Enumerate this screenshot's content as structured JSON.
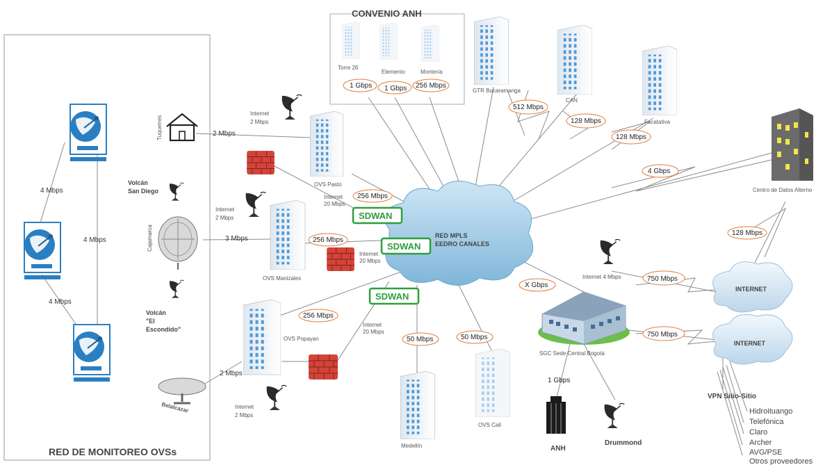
{
  "titles": {
    "convenio": "CONVENIO ANH",
    "red_monitoreo": "RED DE MONITOREO OVSs",
    "mpls": [
      "RED MPLS",
      "EEDRO CANALES"
    ]
  },
  "monitoring": {
    "links": [
      "4 Mbps",
      "4 Mbps",
      "4 Mbps"
    ]
  },
  "sites": {
    "tuquerres": "Tuquerres",
    "san_diego": [
      "Volcán",
      "San Diego"
    ],
    "cajamarca": "Cajamarca",
    "el_escondido": [
      "Volcán",
      "\"El",
      "Escondido\""
    ],
    "belalcazar": "Belalcazar"
  },
  "ovs": {
    "pasto": "OVS Pasto",
    "manizales": "OVS Manizales",
    "popayan": "OVS Popayan",
    "cali": "OVS Cali",
    "medellin": "Medellín"
  },
  "internet": {
    "pasto": [
      "Internet",
      "2 Mbps"
    ],
    "manizales": [
      "Internet",
      "2 Mbps"
    ],
    "popayan": [
      "Internet",
      "2 Mbps"
    ],
    "fw_pasto": [
      "Internet",
      "20 Mbps"
    ],
    "fw_manizales": [
      "Internet",
      "20 Mbps"
    ],
    "fw_popayan": [
      "Internet",
      "20 Mbps"
    ],
    "sede": "Internet 4 Mbps"
  },
  "bandwidths": {
    "tuquerres": "2 Mbps",
    "cajamarca": "3 Mbps",
    "belalcazar": "2 Mbps",
    "pasto": "256 Mbps",
    "manizales": "256 Mbps",
    "popayan": "256 Mbps",
    "torre26": "1 Gbps",
    "elemento": "1 Gbps",
    "monteria": "256 Mbps",
    "bucaramanga": "512 Mbps",
    "can": "128 Mbps",
    "facatativa": "128 Mbps",
    "alterno": "4 Gbps",
    "alterno_internet": "128 Mbps",
    "medellin": "50 Mbps",
    "cali": "50 Mbps",
    "sede": "X Gbps",
    "internet1": "750 Mbps",
    "internet2": "750 Mbps",
    "anh": "1 Gbps"
  },
  "sdwan": [
    "SDWAN",
    "SDWAN",
    "SDWAN"
  ],
  "anh_sites": {
    "torre26": "Torre 26",
    "elemento": "Elemento",
    "monteria": "Montería"
  },
  "remote": {
    "bucaramanga": "GTR Bucaramanga",
    "can": "CAN",
    "facatativa": "Facatativa",
    "alterno": "Centro de Datos Alterno",
    "sede": "SGC Sede Central Bogotá",
    "anh": "ANH",
    "drummond": "Drummond"
  },
  "clouds": {
    "internet1": "INTERNET",
    "internet2": "INTERNET"
  },
  "vpn": {
    "title": "VPN Sitio-Sitio",
    "items": [
      "Hidroituango",
      "Telefónica",
      "Claro",
      "Archer",
      "AVG/PSE",
      "Otros proveedores"
    ]
  },
  "colors": {
    "sdwan": "#2e9e3a",
    "cloud": "#8fc3e0",
    "building": "#5a9fd4",
    "firewall": "#c8382e",
    "bandwidth_ring": "#e07b3a"
  }
}
